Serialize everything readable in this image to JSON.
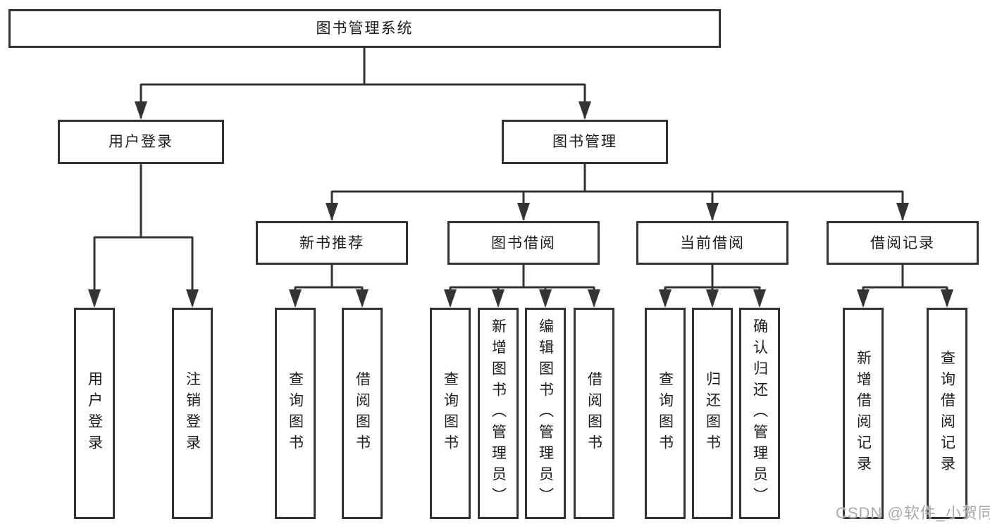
{
  "tree": {
    "root": {
      "label": "图书管理系统",
      "children": [
        {
          "label": "用户登录",
          "children": [
            {
              "label": "用户登录"
            },
            {
              "label": "注销登录"
            }
          ]
        },
        {
          "label": "图书管理",
          "children": [
            {
              "label": "新书推荐",
              "children": [
                {
                  "label": "查询图书"
                },
                {
                  "label": "借阅图书"
                }
              ]
            },
            {
              "label": "图书借阅",
              "children": [
                {
                  "label": "查询图书"
                },
                {
                  "label": "新增图书（管理员）"
                },
                {
                  "label": "编辑图书（管理员）"
                },
                {
                  "label": "借阅图书"
                }
              ]
            },
            {
              "label": "当前借阅",
              "children": [
                {
                  "label": "查询图书"
                },
                {
                  "label": "归还图书"
                },
                {
                  "label": "确认归还（管理员）"
                }
              ]
            },
            {
              "label": "借阅记录",
              "children": [
                {
                  "label": "新增借阅记录"
                },
                {
                  "label": "查询借阅记录"
                }
              ]
            }
          ]
        }
      ]
    },
    "colors": {
      "line": "#333333",
      "box_border": "#333333",
      "box_background": "#ffffff",
      "text": "#1c1c1c",
      "watermark": "#ababab"
    }
  },
  "watermark": "CSDN @软件_小贺同学"
}
